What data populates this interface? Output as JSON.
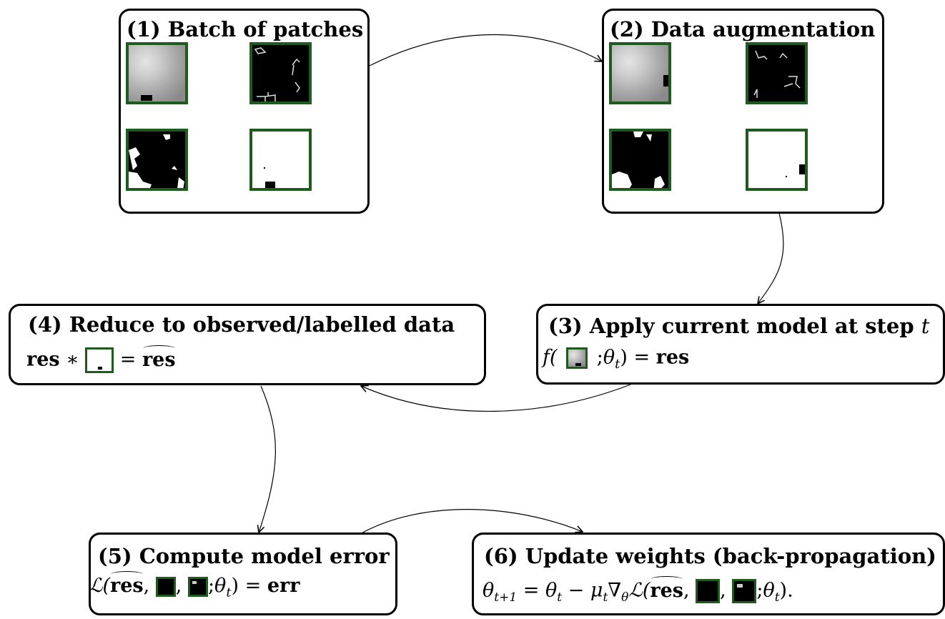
{
  "steps": {
    "s1": {
      "title": "(1) Batch of patches"
    },
    "s2": {
      "title": "(2) Data augmentation"
    },
    "s3": {
      "title_text": "(3) Apply current model at step ",
      "title_var": "t",
      "eq": {
        "f": "f(",
        "sep": ";",
        "theta": "θ",
        "theta_sub": "t",
        "rhs": ") = ",
        "res": "res"
      }
    },
    "s4": {
      "title": "(4) Reduce to observed/labelled data",
      "eq": {
        "res": "res",
        "op": " ∗ ",
        "eqsign": " = ",
        "reshat": "res"
      }
    },
    "s5": {
      "title": "(5) Compute model error",
      "eq": {
        "L": "ℒ(",
        "reshat": "res",
        "comma": ", ",
        "sep": ";",
        "theta": "θ",
        "theta_sub": "t",
        "rhs": ") = ",
        "err": "err"
      }
    },
    "s6": {
      "title": "(6) Update weights (back-propagation)",
      "eq": {
        "theta": "θ",
        "sub_t1": "t+1",
        "eqsign": " = ",
        "sub_t": "t",
        "minus": " − ",
        "mu": "μ",
        "nabla": "∇",
        "sub_theta": "θ",
        "L": "ℒ(",
        "reshat": "res",
        "comma": ", ",
        "sep": ";",
        "end": ")."
      }
    }
  },
  "colors": {
    "patch_border": "#1f5a1f",
    "box_border": "#000000",
    "arrow": "#000000"
  },
  "patch_kinds": [
    "grayscale-image",
    "sparse-lines-mask",
    "blob-mask",
    "observed-pixel-mask"
  ]
}
